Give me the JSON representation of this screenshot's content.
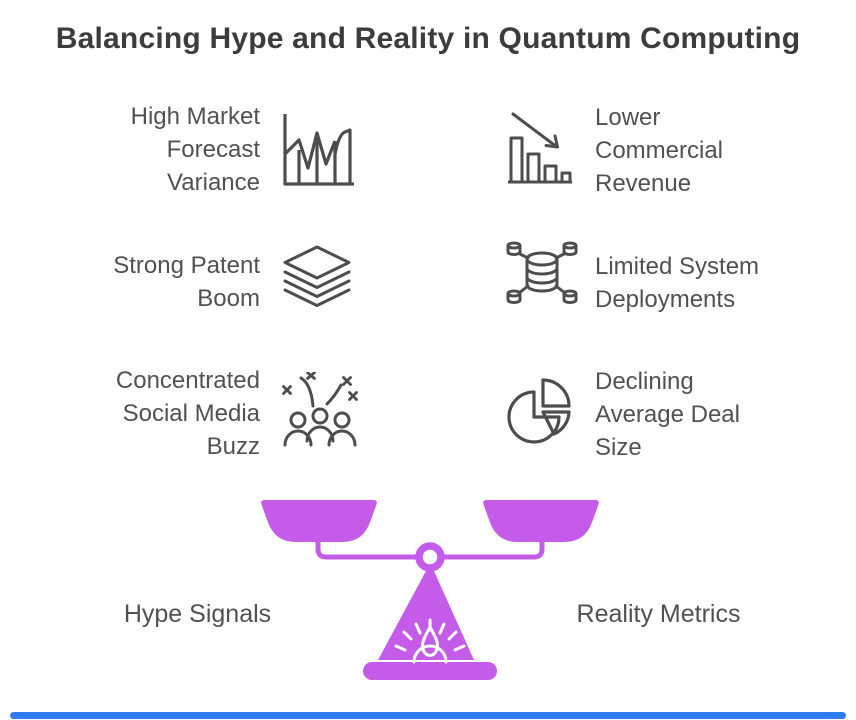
{
  "title": "Balancing Hype and Reality in Quantum Computing",
  "hype": {
    "label": "Hype Signals",
    "items": [
      {
        "text": "High Market Forecast Variance",
        "icon": "variance-chart-icon"
      },
      {
        "text": "Strong Patent Boom",
        "icon": "patent-stack-icon"
      },
      {
        "text": "Concentrated Social Media Buzz",
        "icon": "social-buzz-icon"
      }
    ]
  },
  "reality": {
    "label": "Reality Metrics",
    "items": [
      {
        "text": "Lower Commercial Revenue",
        "icon": "declining-bar-chart-icon"
      },
      {
        "text": "Limited System Deployments",
        "icon": "distributed-database-icon"
      },
      {
        "text": "Declining Average Deal Size",
        "icon": "pie-chart-icon"
      }
    ]
  },
  "scale": {
    "type": "balance-scale"
  },
  "colors": {
    "title_text": "#3c3c3c",
    "body_text": "#515151",
    "icon_stroke": "#4d4d4d",
    "scale_purple": "#c45ce9",
    "footer_blue": "#2e7df2",
    "background": "#ffffff"
  }
}
